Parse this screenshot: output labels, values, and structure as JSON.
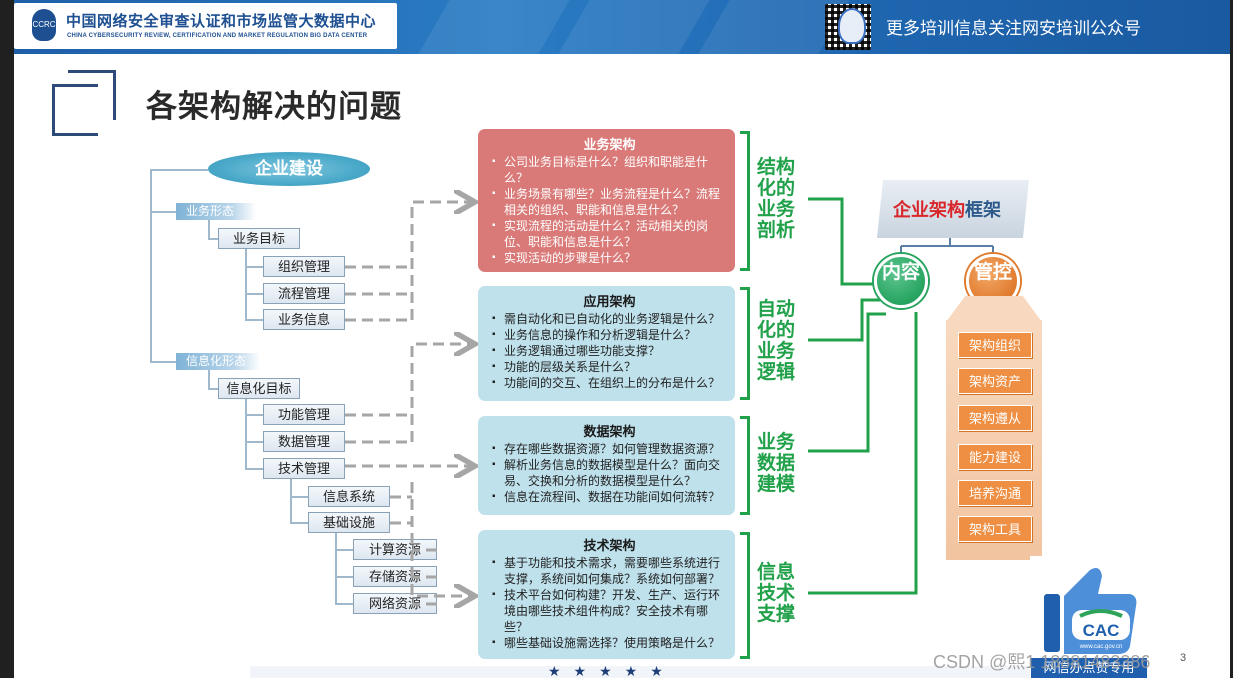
{
  "header": {
    "org_cn": "中国网络安全审查认证和市场监管大数据中心",
    "org_en": "CHINA CYBERSECURITY REVIEW, CERTIFICATION AND MARKET REGULATION BIG DATA CENTER",
    "emblem_text": "CCRC",
    "right_text": "更多培训信息关注网安培训公众号"
  },
  "title": "各架构解决的问题",
  "tree": {
    "root": "企业建设",
    "business_form": "业务形态",
    "business_goal": "业务目标",
    "org_mgmt": "组织管理",
    "process_mgmt": "流程管理",
    "business_info": "业务信息",
    "info_form": "信息化形态",
    "info_goal": "信息化目标",
    "function_mgmt": "功能管理",
    "data_mgmt": "数据管理",
    "tech_mgmt": "技术管理",
    "info_system": "信息系统",
    "infrastructure": "基础设施",
    "compute": "计算资源",
    "storage": "存储资源",
    "network": "网络资源"
  },
  "architectures": {
    "business": {
      "title": "业务架构",
      "items": [
        "公司业务目标是什么？组织和职能是什么？",
        "业务场景有哪些？业务流程是什么？流程相关的组织、职能和信息是什么？",
        "实现流程的活动是什么？活动相关的岗位、职能和信息是什么？",
        "实现活动的步骤是什么？"
      ]
    },
    "application": {
      "title": "应用架构",
      "items": [
        "需自动化和已自动化的业务逻辑是什么？",
        "业务信息的操作和分析逻辑是什么？",
        "业务逻辑通过哪些功能支撑？",
        "功能的层级关系是什么？",
        "功能间的交互、在组织上的分布是什么？"
      ]
    },
    "data": {
      "title": "数据架构",
      "items": [
        "存在哪些数据资源？如何管理数据资源？",
        "解析业务信息的数据模型是什么？面向交易、交换和分析的数据模型是什么？",
        "信息在流程间、数据在功能间如何流转？"
      ]
    },
    "technology": {
      "title": "技术架构",
      "items": [
        "基于功能和技术需求，需要哪些系统进行支撑，系统间如何集成？系统如何部署？",
        "技术平台如何构建？开发、生产、运行环境由哪些技术组件构成？安全技术有哪些？",
        "哪些基础设施需选择？使用策略是什么？"
      ]
    }
  },
  "green_labels": {
    "business": "结构化的业务剖析",
    "application": "自动化的业务逻辑",
    "data": "业务数据建模",
    "technology": "信息技术支撑"
  },
  "framework": {
    "title_red": "企业架构",
    "title_blue": "框架",
    "content": "内容",
    "control": "管控",
    "control_items": [
      "架构组织",
      "架构资产",
      "架构遵从",
      "能力建设",
      "培养沟通",
      "架构工具"
    ]
  },
  "footer": {
    "watermark": "CSDN @熙1 18881483386",
    "cac_text": "CAC",
    "cac_url": "www.cac.gov.cn",
    "cac_caption": "网信办点赞专用",
    "page_number": "3",
    "stars": "★★★★★"
  },
  "colors": {
    "header_blue": "#1e5fa8",
    "business_box": "#d97a78",
    "light_box": "#bfe1ec",
    "green": "#21a14a",
    "orange": "#ee8f43"
  }
}
